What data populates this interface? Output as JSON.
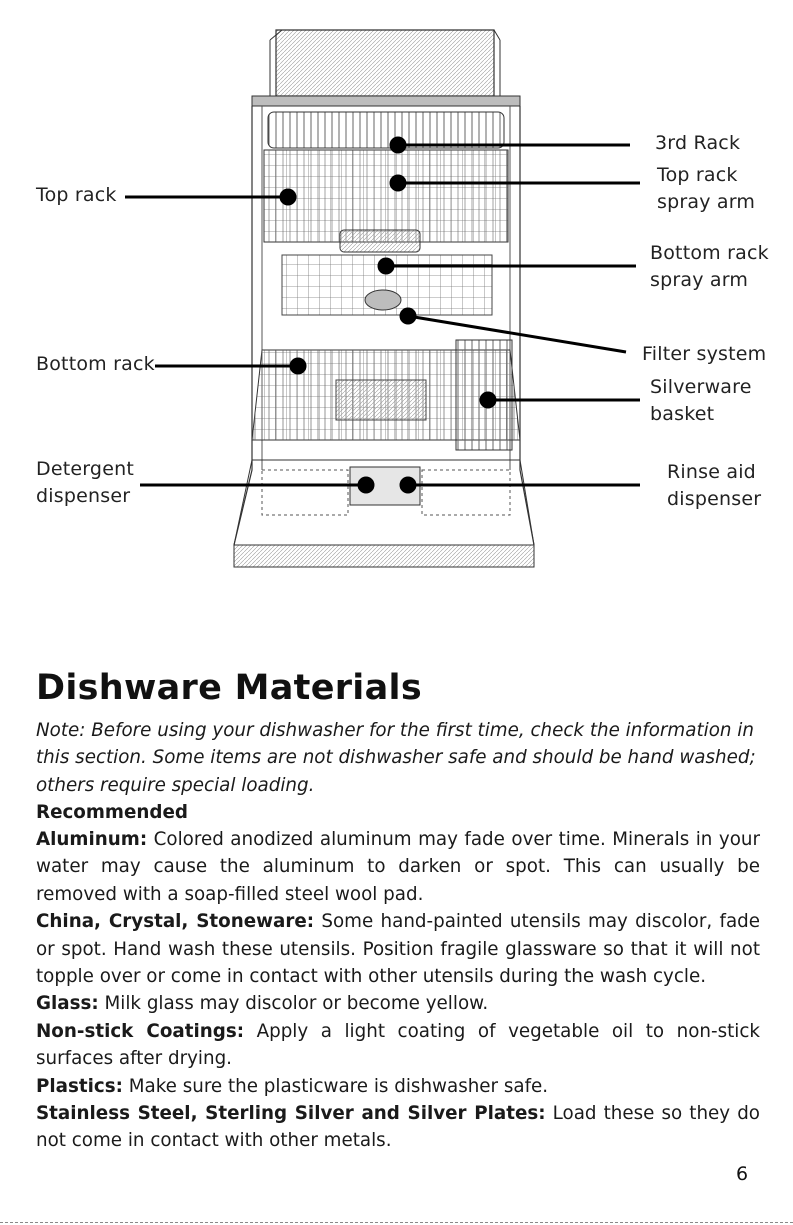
{
  "diagram": {
    "labels_left": {
      "top_rack": "Top rack",
      "bottom_rack": "Bottom rack",
      "detergent_line1": "Detergent",
      "detergent_line2": "dispenser"
    },
    "labels_right": {
      "third_rack": "3rd Rack",
      "top_spray_line1": "Top rack",
      "top_spray_line2": "spray arm",
      "bottom_spray_line1": "Bottom rack",
      "bottom_spray_line2": "spray arm",
      "filter": "Filter system",
      "silverware_line1": "Silverware",
      "silverware_line2": "basket",
      "rinse_line1": "Rinse aid",
      "rinse_line2": "dispenser"
    }
  },
  "section": {
    "title": "Dishware Materials",
    "note": "Note: Before using your dishwasher for the first time, check the information in this section. Some items are not dishwasher safe and should be hand washed; others require special loading.",
    "recommended": "Recommended",
    "items": [
      {
        "term": "Aluminum:",
        "text": " Colored anodized aluminum may fade over time. Minerals in your water may cause the aluminum to darken or spot. This can usually be removed with a soap-filled steel wool pad."
      },
      {
        "term": "China, Crystal, Stoneware:",
        "text": " Some hand-painted utensils may discolor, fade or spot. Hand wash these utensils. Position fragile glassware so that it will not topple over or come in contact with other utensils during the wash cycle."
      },
      {
        "term": "Glass:",
        "text": " Milk glass may discolor or become yellow."
      },
      {
        "term": "Non-stick Coatings:",
        "text": " Apply a light coating of vegetable oil to non-stick surfaces after drying."
      },
      {
        "term": "Plastics:",
        "text": " Make sure the plasticware is dishwasher safe."
      },
      {
        "term": "Stainless Steel, Sterling Silver and Silver Plates:",
        "text": " Load these so they do not come in contact with other metals."
      }
    ]
  },
  "page_number": "6"
}
